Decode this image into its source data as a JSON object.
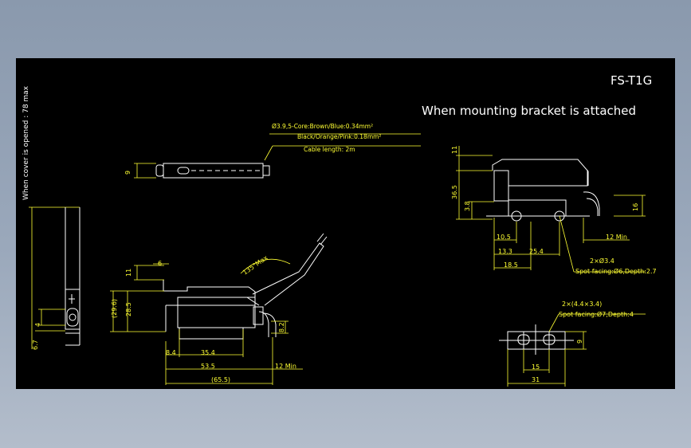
{
  "model": "FS-T1G",
  "subtitle": "When mounting bracket is attached",
  "side_note": "When cover is opened : 78 max",
  "cable": {
    "line1": "Ø3.9,5-Core:Brown/Blue:0.34mm²",
    "line2": "Black/Orange/Pink:0.18mm²",
    "line3": "Cable length: 2m",
    "dim": "9"
  },
  "left_view": {
    "dims": [
      "4",
      "6.7"
    ]
  },
  "front_view": {
    "angle": "135°Max",
    "dims": [
      "6",
      "11",
      "(29.6)",
      "28.5",
      "8.4",
      "35.4",
      "53.5",
      "12 Min",
      "(65.5)",
      "8.2"
    ]
  },
  "bracket_view": {
    "dims": [
      "11",
      "36.5",
      "3.8",
      "16",
      "10.5",
      "13.3",
      "25.4",
      "18.5",
      "12 Min"
    ],
    "hole_note_1": "2×Ø3.4",
    "hole_note_2": "Spot facing:Ø6,Depth:2.7"
  },
  "bottom_view": {
    "hole_note_1": "2×(4.4×3.4)",
    "hole_note_2": "Spot facing:Ø7,Depth:4",
    "dims": [
      "15",
      "31",
      "9"
    ]
  }
}
